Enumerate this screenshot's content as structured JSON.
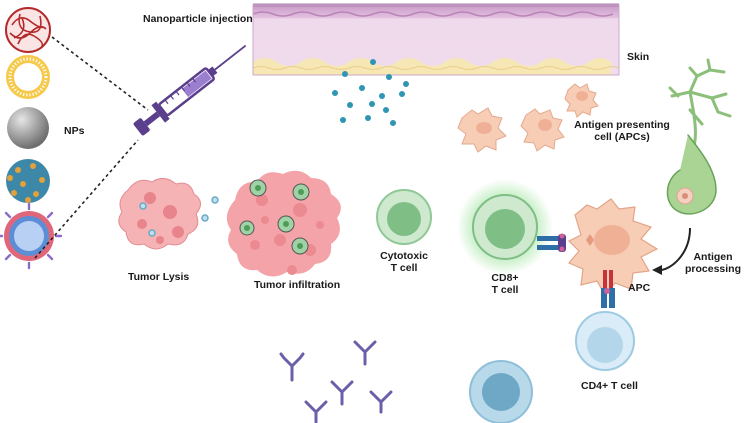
{
  "labels": {
    "nanoparticle_injection": "Nanoparticle injection",
    "skin": "Skin",
    "nps": "NPs",
    "apc_line1": "Antigen presenting",
    "apc_line2": "cell (APCs)",
    "antigen_line1": "Antigen",
    "antigen_line2": "processing",
    "tumor_lysis": "Tumor Lysis",
    "tumor_infiltration": "Tumor infiltration",
    "cytotoxic_line1": "Cytotoxic",
    "cytotoxic_line2": "T cell",
    "cd8_line1": "CD8+",
    "cd8_line2": "T cell",
    "apc": "APC",
    "cd4": "CD4+ T cell"
  },
  "colors": {
    "skin_top": "#c99bc8",
    "skin_mid": "#efd9ec",
    "skin_fat": "#f6e7b4",
    "syringe": "#5b3f8c",
    "np_dot": "#2f95b3",
    "apc_fill": "#f7cdb6",
    "tumor": "#f2a2a6",
    "tcell_green": "#8fcb98",
    "cd4_blue": "#b7d9ea",
    "antibody": "#6a5fa8",
    "neuron": "#8bbf7a"
  }
}
